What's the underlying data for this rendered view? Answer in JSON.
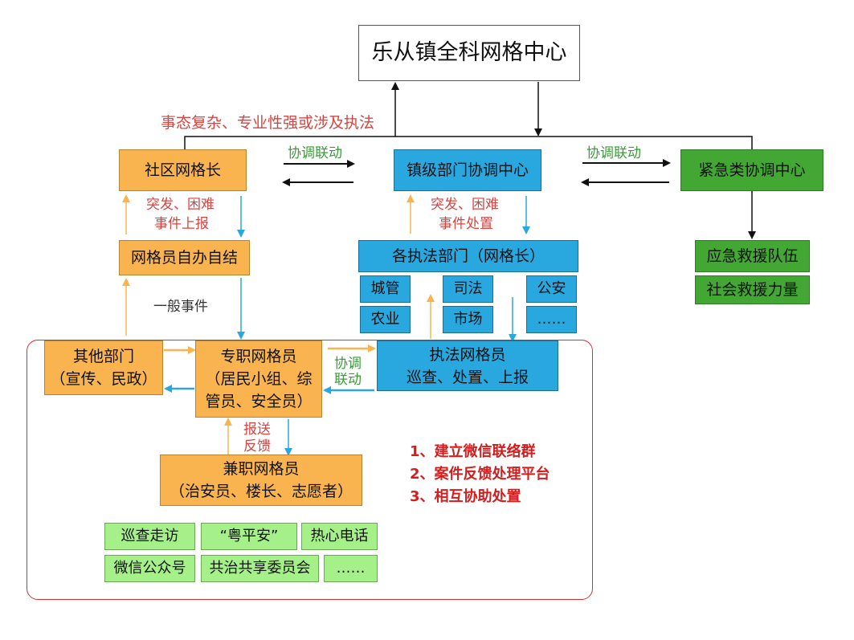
{
  "top": {
    "title": "乐从镇全科网格中心"
  },
  "labels": {
    "complex": "事态复杂、专业性强或涉及执法",
    "coordinate_left": "协调联动",
    "coordinate_right": "协调联动",
    "sudden_report_1": "突发、困难",
    "sudden_report_2": "事件上报",
    "sudden_handle_1": "突发、困难",
    "sudden_handle_2": "事件处置",
    "general_event": "一般事件",
    "coordinate_mid_1": "协调",
    "coordinate_mid_2": "联动",
    "report_feedback_1": "报送",
    "report_feedback_2": "反馈"
  },
  "boxes": {
    "community_grid_leader": "社区网格长",
    "town_dept_center": "镇级部门协调中心",
    "emergency_center": "紧急类协调中心",
    "grid_self_handle": "网格员自办自结",
    "law_depts": "各执法部门（网格长）",
    "rescue_team": "应急救援队伍",
    "social_rescue": "社会救援力量",
    "other_dept_1": "其他部门",
    "other_dept_2": "（宣传、民政）",
    "fulltime_1": "专职网格员",
    "fulltime_2": "（居民小组、综",
    "fulltime_3": "管员、安全员）",
    "law_grid_1": "执法网格员",
    "law_grid_2": "巡查、处置、上报",
    "parttime_1": "兼职网格员",
    "parttime_2": "（治安员、楼长、志愿者）"
  },
  "dept_cells": [
    "城管",
    "司法",
    "公安",
    "农业",
    "市场",
    "……"
  ],
  "channels": [
    "巡查走访",
    "“粤平安”",
    "热心电话",
    "微信公众号",
    "共治共享委员会",
    "……"
  ],
  "measures": [
    "1、建立微信联络群",
    "2、案件反馈处理平台",
    "3、相互协助处置"
  ],
  "colors": {
    "orange": "#f9b44f",
    "blue": "#29a8e0",
    "green": "#43a833",
    "light_green": "#a6f089",
    "red": "#d63030"
  }
}
